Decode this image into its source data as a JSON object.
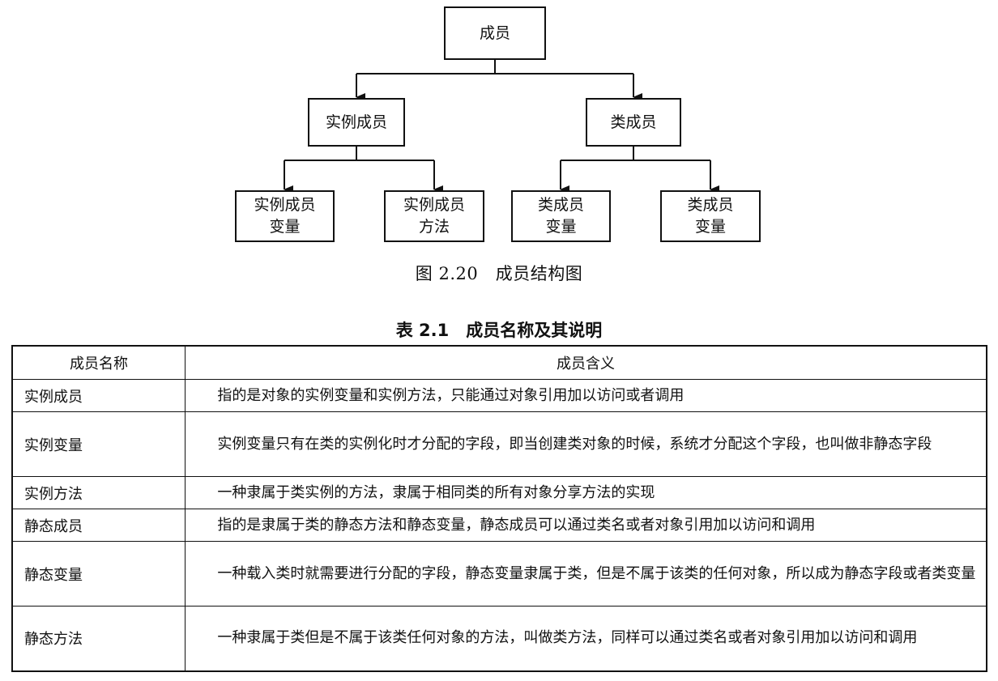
{
  "diagram": {
    "root": {
      "label": "成员"
    },
    "level1": [
      {
        "label": "实例成员"
      },
      {
        "label": "类成员"
      }
    ],
    "leaves": [
      {
        "line1": "实例成员",
        "line2": "变量"
      },
      {
        "line1": "实例成员",
        "line2": "方法"
      },
      {
        "line1": "类成员",
        "line2": "变量"
      },
      {
        "line1": "类成员",
        "line2": "变量"
      }
    ],
    "caption": "图 2.20　成员结构图"
  },
  "table": {
    "caption": "表 2.1　成员名称及其说明",
    "headers": [
      "成员名称",
      "成员含义"
    ],
    "rows": [
      {
        "name": "实例成员",
        "desc": "指的是对象的实例变量和实例方法，只能通过对象引用加以访问或者调用"
      },
      {
        "name": "实例变量",
        "desc": "实例变量只有在类的实例化时才分配的字段，即当创建类对象的时候，系统才分配这个字段，也叫做非静态字段"
      },
      {
        "name": "实例方法",
        "desc": "一种隶属于类实例的方法，隶属于相同类的所有对象分享方法的实现"
      },
      {
        "name": "静态成员",
        "desc": "指的是隶属于类的静态方法和静态变量，静态成员可以通过类名或者对象引用加以访问和调用"
      },
      {
        "name": "静态变量",
        "desc": "一种载入类时就需要进行分配的字段，静态变量隶属于类，但是不属于该类的任何对象，所以成为静态字段或者类变量"
      },
      {
        "name": "静态方法",
        "desc": "一种隶属于类但是不属于该类任何对象的方法，叫做类方法，同样可以通过类名或者对象引用加以访问和调用"
      }
    ]
  }
}
